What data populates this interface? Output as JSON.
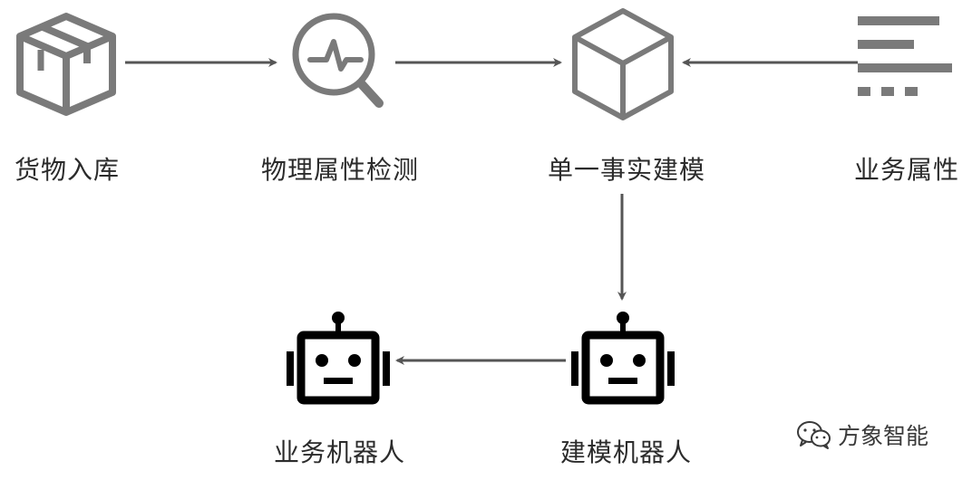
{
  "nodes": {
    "goods_inbound": "货物入库",
    "physical_detection": "物理属性检测",
    "single_fact_modeling": "单一事实建模",
    "business_attributes": "业务属性",
    "modeling_robot": "建模机器人",
    "business_robot": "业务机器人"
  },
  "watermark": {
    "text": "方象智能",
    "icon": "wechat-icon"
  },
  "icons": {
    "goods_inbound": "box-icon",
    "physical_detection": "magnifier-pulse-icon",
    "single_fact_modeling": "cube-icon",
    "business_attributes": "bars-list-icon",
    "modeling_robot": "robot-icon",
    "business_robot": "robot-icon"
  },
  "colors": {
    "icon_gray": "#7a7a7a",
    "robot_black": "#000000",
    "arrow": "#555555"
  }
}
